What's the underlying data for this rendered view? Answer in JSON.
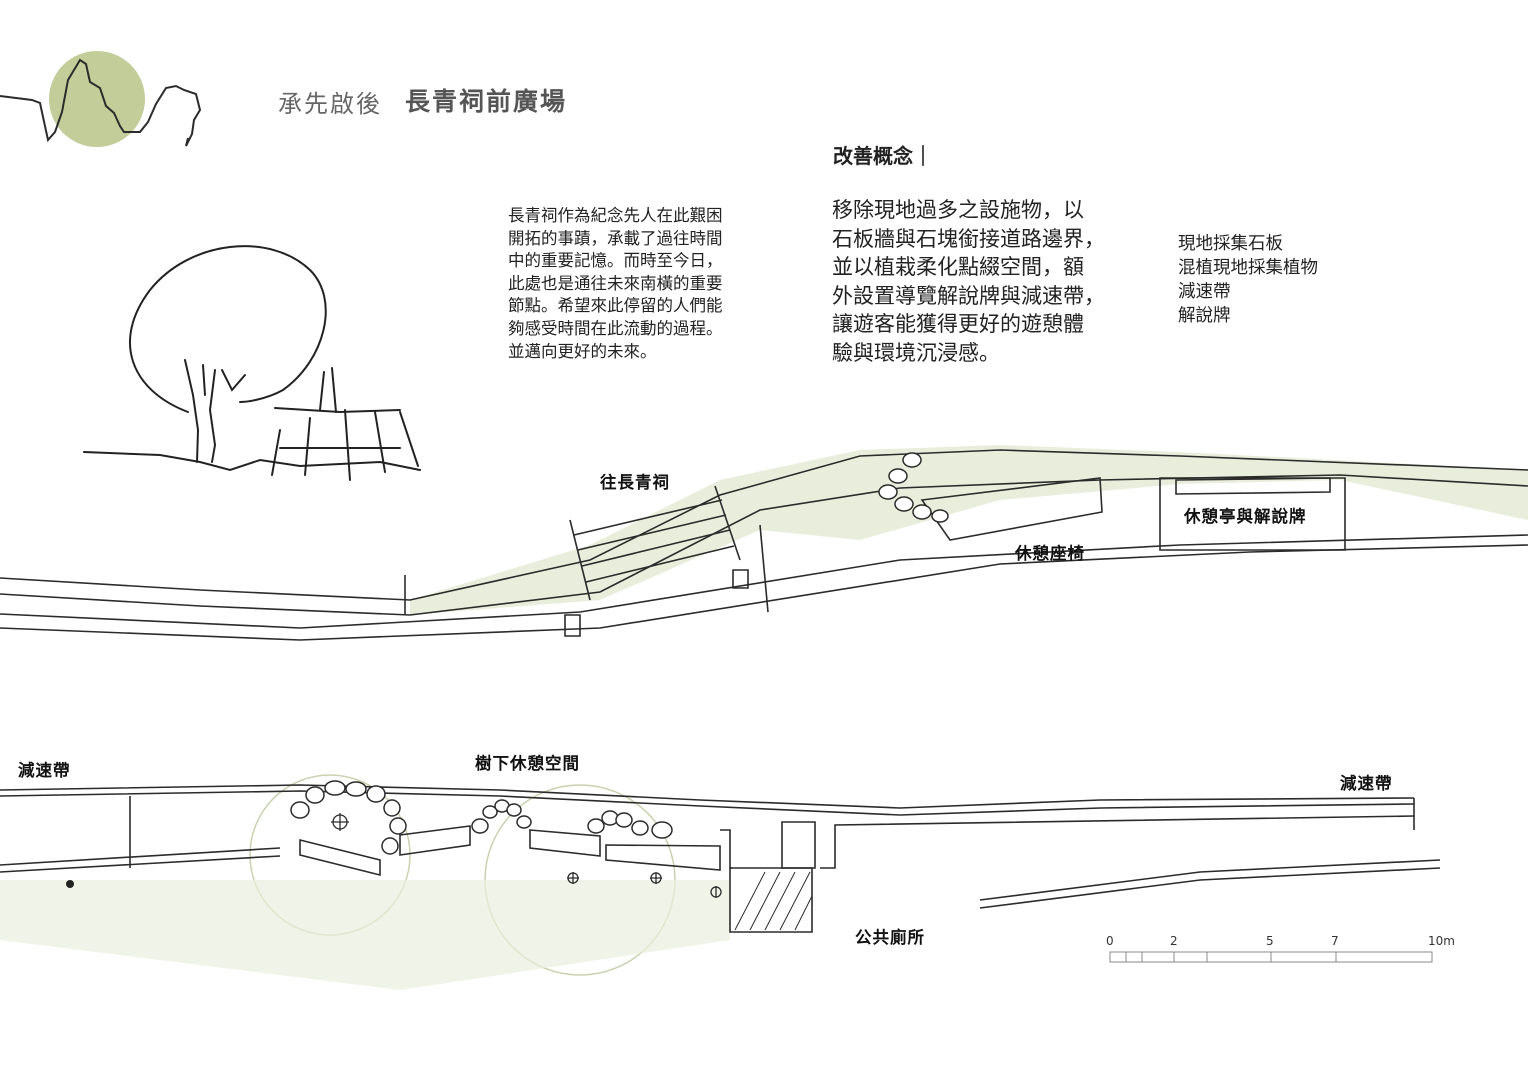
{
  "header": {
    "subtitle": "承先啟後",
    "title": "長青祠前廣場"
  },
  "intro_text": [
    "長青祠作為紀念先人在此艱困",
    "開拓的事蹟，承載了過往時間",
    "中的重要記憶。而時至今日，",
    "此處也是通往未來南橫的重要",
    "節點。希望來此停留的人們能",
    "夠感受時間在此流動的過程。",
    "並邁向更好的未來。"
  ],
  "concept": {
    "heading": "改善概念｜",
    "body": [
      "移除現地過多之設施物，以",
      "石板牆與石塊銜接道路邊界，",
      "並以植栽柔化點綴空間，額",
      "外設置導覽解說牌與減速帶，",
      "讓遊客能獲得更好的遊憩體",
      "驗與環境沉浸感。"
    ]
  },
  "legend_items": [
    "現地採集石板",
    "混植現地採集植物",
    "減速帶",
    "解說牌"
  ],
  "plan_labels": {
    "to_shrine": "往長青祠",
    "rest_seats": "休憩座椅",
    "pavilion": "休憩亭與解說牌",
    "speed_bump_left": "減速帶",
    "tree_rest_space": "樹下休憩空間",
    "speed_bump_right": "減速帶",
    "public_toilet": "公共廁所"
  },
  "scale_bar": {
    "ticks": [
      "0",
      "2",
      "5",
      "7",
      "10m"
    ]
  },
  "colors": {
    "logo_circle": "#c3cd9a",
    "vegetation": "#b9c690",
    "line": "#2b2b2b"
  }
}
